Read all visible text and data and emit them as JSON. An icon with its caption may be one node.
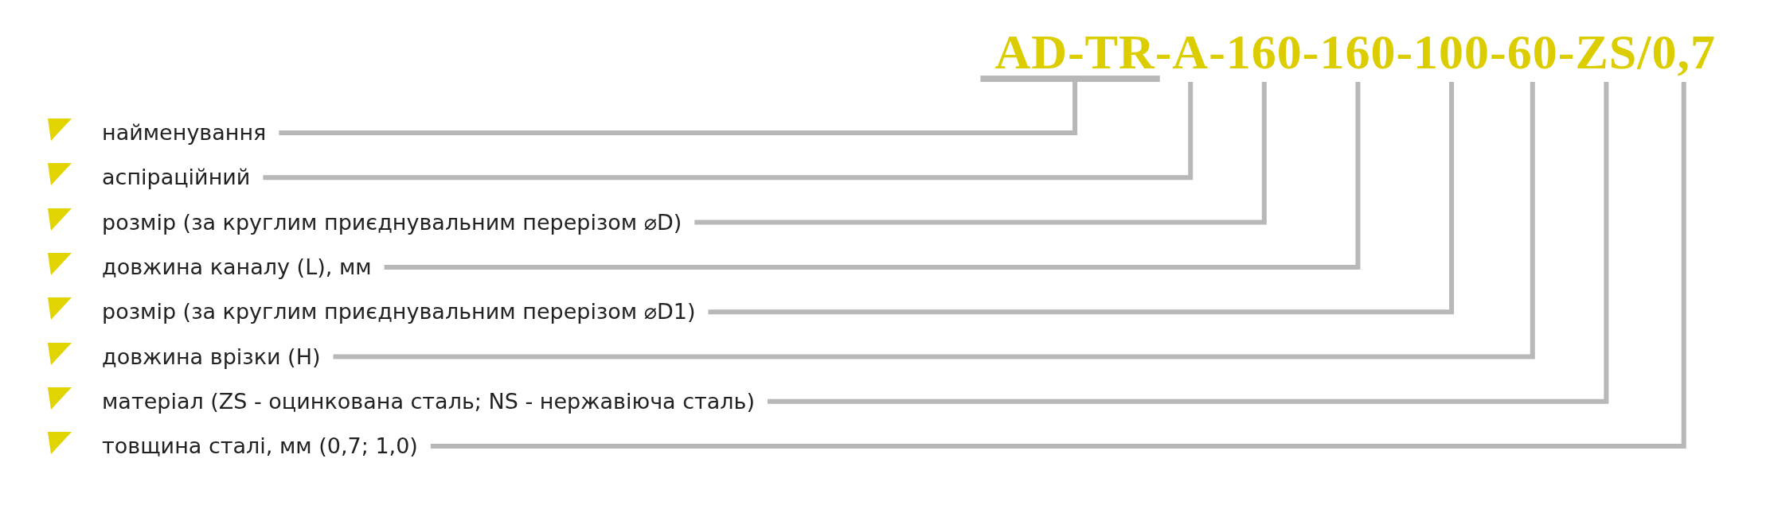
{
  "diagram": {
    "nodes": [
      {
        "text": [
          "AD-TR"
        ]
      },
      {
        "text": [
          "A"
        ]
      },
      {
        "text": [
          "160"
        ]
      },
      {
        "text": [
          "160"
        ]
      },
      {
        "text": [
          "100"
        ]
      },
      {
        "text": [
          "60"
        ]
      },
      {
        "text": [
          "ZS"
        ]
      },
      {
        "text": [
          "0,7"
        ]
      },
      {
        "text": [
          "найменування"
        ]
      },
      {
        "text": [
          "аспіраційний"
        ]
      },
      {
        "text": [
          "розмір (за круглим приєднувальним перерізом ⌀D)"
        ]
      },
      {
        "text": [
          "довжина каналу (L), мм"
        ]
      },
      {
        "text": [
          "розмір (за круглим приєднувальним перерізом ⌀D1)"
        ]
      },
      {
        "text": [
          "довжина врізки (H)"
        ]
      },
      {
        "text": [
          "матеріал (ZS - оцинкована сталь; NS - нержавіюча сталь)"
        ]
      },
      {
        "text": [
          "товщина сталі, мм (0,7; 1,0)"
        ]
      }
    ],
    "edges": [
      {
        "from": 8,
        "to": 0,
        "arrow": "none"
      },
      {
        "from": 9,
        "to": 1,
        "arrow": "none"
      },
      {
        "from": 10,
        "to": 2,
        "arrow": "none"
      },
      {
        "from": 11,
        "to": 3,
        "arrow": "none"
      },
      {
        "from": 12,
        "to": 4,
        "arrow": "none"
      },
      {
        "from": 13,
        "to": 5,
        "arrow": "none"
      },
      {
        "from": 14,
        "to": 6,
        "arrow": "none"
      },
      {
        "from": 15,
        "to": 7,
        "arrow": "none"
      }
    ],
    "labels": [
      "-",
      "-",
      "-",
      "-",
      "-",
      "-",
      "/"
    ]
  }
}
